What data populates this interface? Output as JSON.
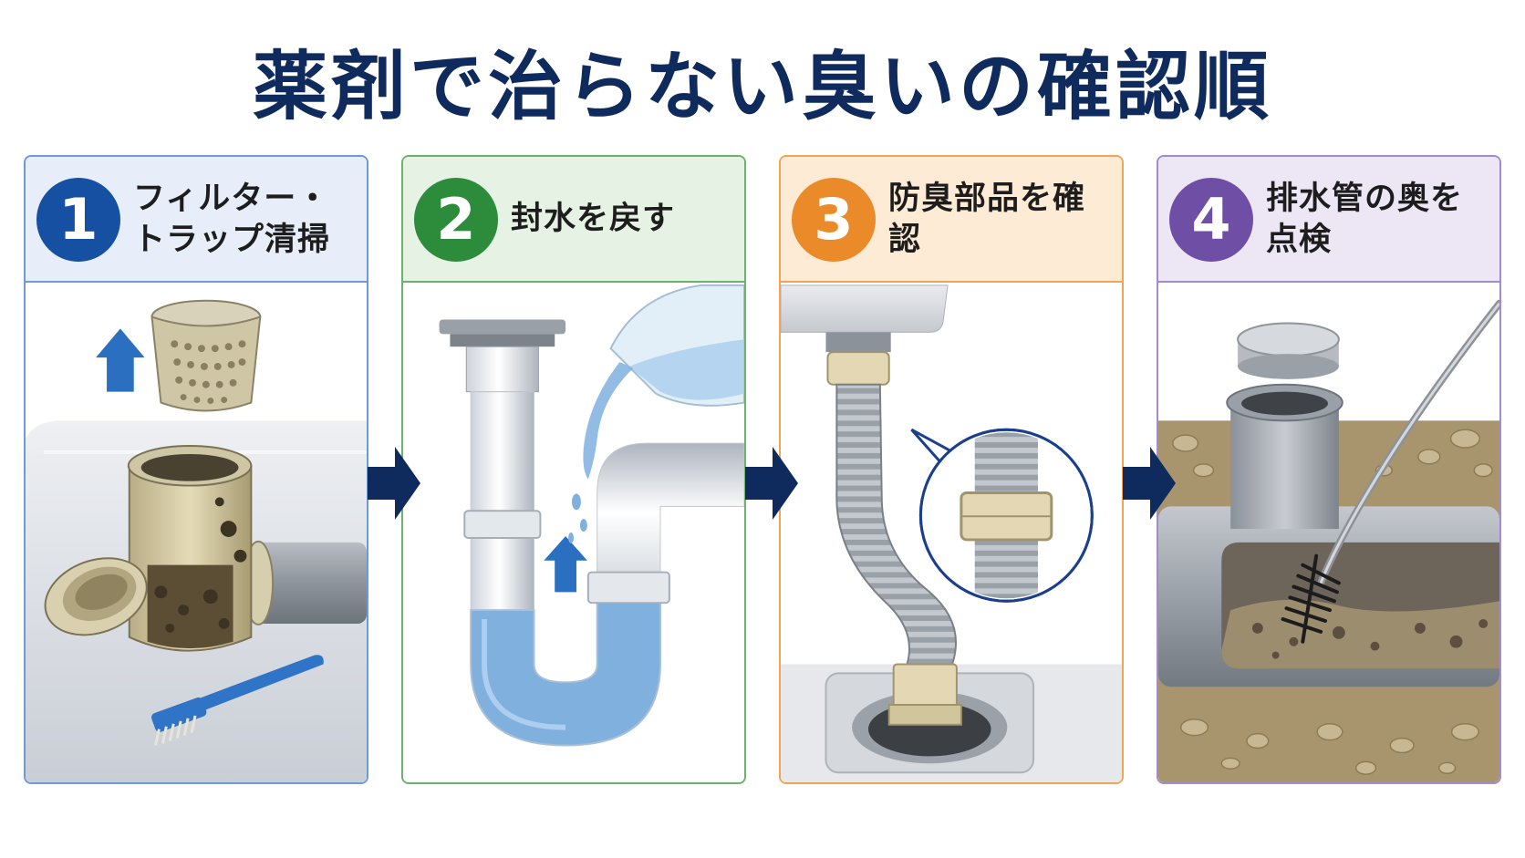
{
  "title": "薬剤で治らない臭いの確認順",
  "colors": {
    "title": "#0f2a5c",
    "arrow": "#0f2a5c",
    "step1": "#1550a3",
    "step2": "#2c8c3c",
    "step3": "#ea8a28",
    "step4": "#6f4fa6"
  },
  "steps": [
    {
      "number": "1",
      "label": "フィルター・\nトラップ清掃",
      "illustration": "basket-filter-trap-brush-icon"
    },
    {
      "number": "2",
      "label": "封水を戻す",
      "illustration": "s-trap-water-pouring-icon"
    },
    {
      "number": "3",
      "label": "防臭部品を確認",
      "illustration": "flexible-hose-seal-icon"
    },
    {
      "number": "4",
      "label": "排水管の奥を点検",
      "illustration": "drain-pipe-cleaning-wire-icon"
    }
  ]
}
